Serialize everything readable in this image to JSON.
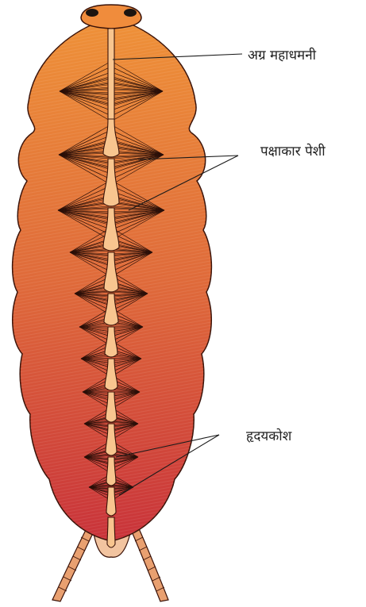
{
  "labels": {
    "anterior_aorta": "अग्र महाधमनी",
    "alary_muscles": "पक्षाकार पेशी",
    "chambers": "हृदयकोश"
  },
  "colors": {
    "body_top": "#ee8e36",
    "body_bottom": "#c9333a",
    "heart": "#f8c58f",
    "outline": "#3a1208",
    "muscle": "#2a0f08",
    "cerci_fill": "#e9a070",
    "eye": "#1c1410"
  }
}
